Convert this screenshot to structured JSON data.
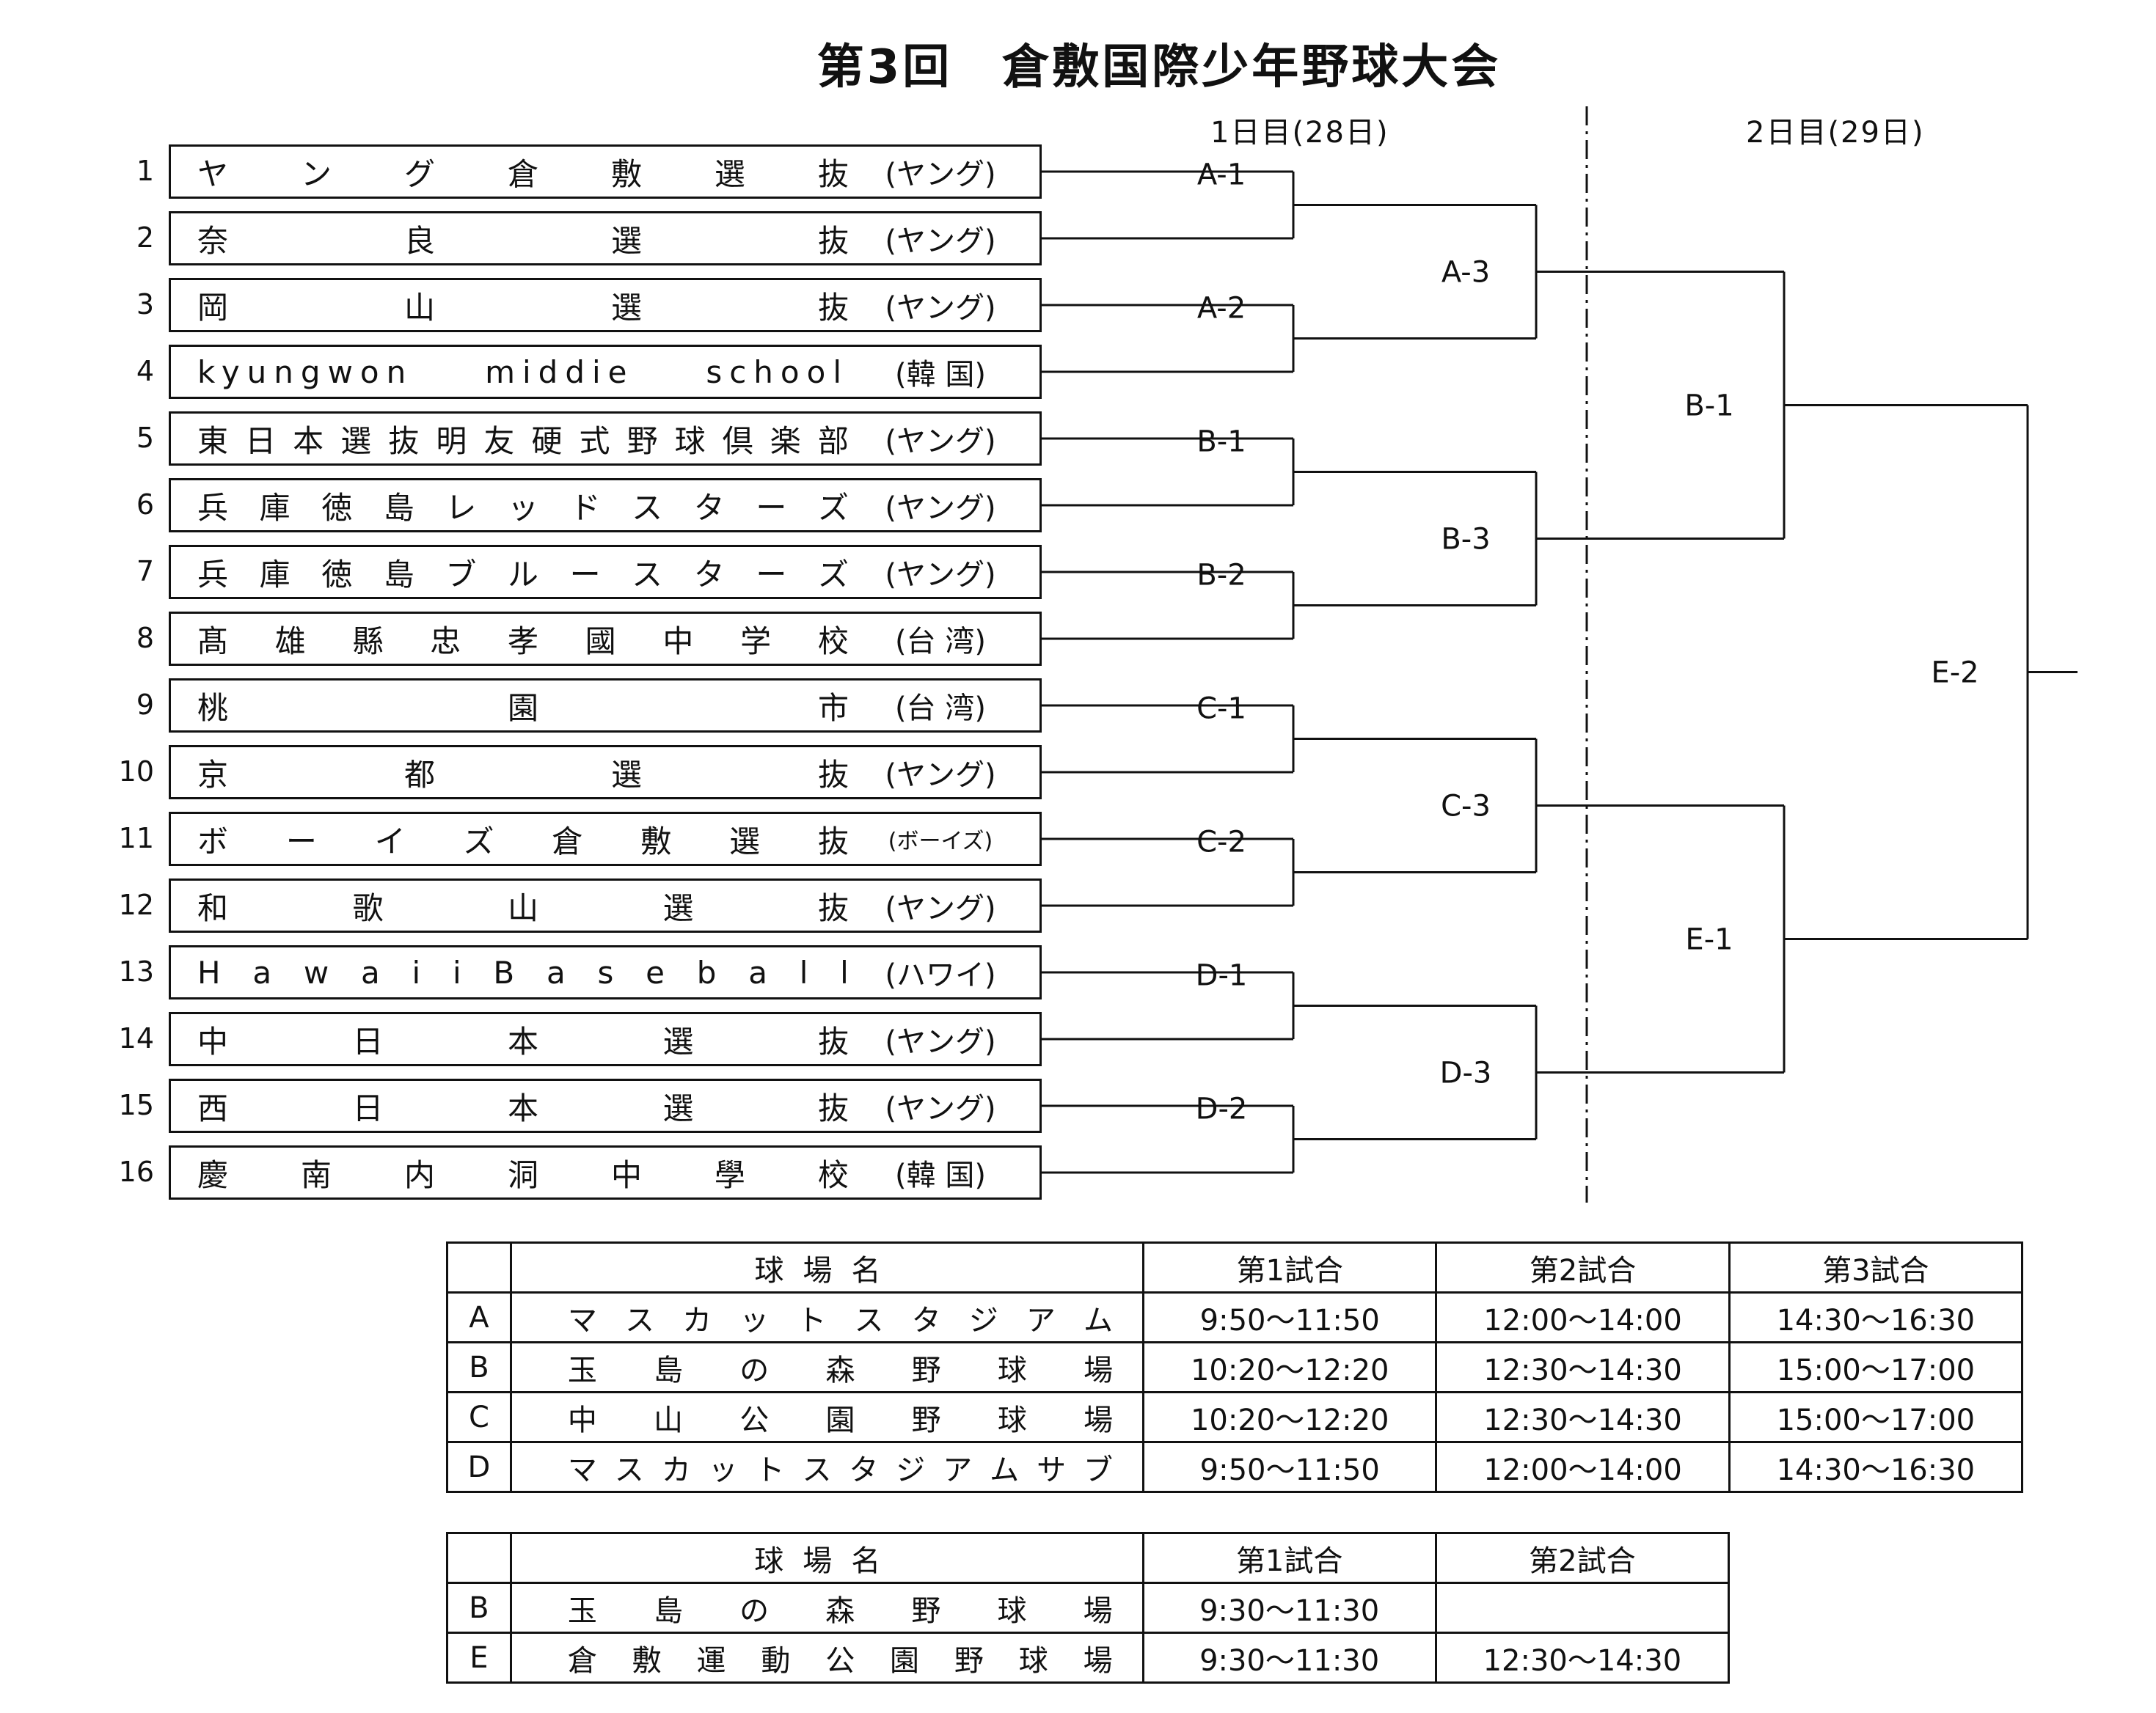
{
  "title": "第3回　倉敷国際少年野球大会",
  "days": [
    "1日目(28日)",
    "2日目(29日)"
  ],
  "teams": [
    {
      "no": "1",
      "name": "ヤング倉敷選抜",
      "org": "(ヤング)"
    },
    {
      "no": "2",
      "name": "奈良選抜",
      "org": "(ヤング)"
    },
    {
      "no": "3",
      "name": "岡山選抜",
      "org": "(ヤング)"
    },
    {
      "no": "4",
      "name": "kyungwon middie school",
      "org": "(韓 国)"
    },
    {
      "no": "5",
      "name": "東日本選抜 明友硬式野球倶楽部",
      "org": "(ヤング)"
    },
    {
      "no": "6",
      "name": "兵庫徳島レッドスターズ",
      "org": "(ヤング)"
    },
    {
      "no": "7",
      "name": "兵庫徳島ブルースターズ",
      "org": "(ヤング)"
    },
    {
      "no": "8",
      "name": "髙雄縣忠孝國中学校",
      "org": "(台 湾)"
    },
    {
      "no": "9",
      "name": "桃園市",
      "org": "(台 湾)"
    },
    {
      "no": "10",
      "name": "京都選抜",
      "org": "(ヤング)"
    },
    {
      "no": "11",
      "name": "ボーイズ倉敷選抜",
      "org": "(ボーイズ)"
    },
    {
      "no": "12",
      "name": "和歌山選抜",
      "org": "(ヤング)"
    },
    {
      "no": "13",
      "name": "Hawaii Baseball",
      "org": "(ハワイ)"
    },
    {
      "no": "14",
      "name": "中日本選抜",
      "org": "(ヤング)"
    },
    {
      "no": "15",
      "name": "西日本選抜",
      "org": "(ヤング)"
    },
    {
      "no": "16",
      "name": "慶南内洞中學校",
      "org": "(韓 国)"
    }
  ],
  "games": {
    "round1": [
      "A-1",
      "A-2",
      "B-1",
      "B-2",
      "C-1",
      "C-2",
      "D-1",
      "D-2"
    ],
    "round2": [
      "A-3",
      "B-3",
      "C-3",
      "D-3"
    ],
    "round3": [
      "B-1",
      "E-1"
    ],
    "final": "E-2"
  },
  "schedule1": {
    "headers": [
      "",
      "球場名",
      "第1試合",
      "第2試合",
      "第3試合"
    ],
    "rows": [
      {
        "id": "A",
        "venue": "マスカットスタジアム",
        "g1": "9:50〜11:50",
        "g2": "12:00〜14:00",
        "g3": "14:30〜16:30"
      },
      {
        "id": "B",
        "venue": "玉島の森野球場",
        "g1": "10:20〜12:20",
        "g2": "12:30〜14:30",
        "g3": "15:00〜17:00"
      },
      {
        "id": "C",
        "venue": "中山公園野球場",
        "g1": "10:20〜12:20",
        "g2": "12:30〜14:30",
        "g3": "15:00〜17:00"
      },
      {
        "id": "D",
        "venue": "マスカットスタジアムサブ",
        "g1": "9:50〜11:50",
        "g2": "12:00〜14:00",
        "g3": "14:30〜16:30"
      }
    ]
  },
  "schedule2": {
    "headers": [
      "",
      "球場名",
      "第1試合",
      "第2試合"
    ],
    "rows": [
      {
        "id": "B",
        "venue": "玉島の森野球場",
        "g1": "9:30〜11:30",
        "g2": ""
      },
      {
        "id": "E",
        "venue": "倉敷運動公園野球場",
        "g1": "9:30〜11:30",
        "g2": "12:30〜14:30"
      }
    ]
  }
}
